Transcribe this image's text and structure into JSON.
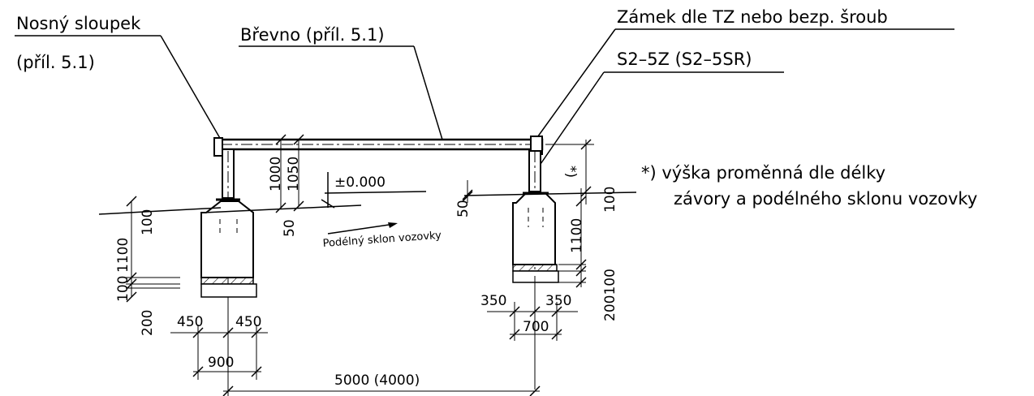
{
  "labels": {
    "post": "Nosný sloupek",
    "post_ref": "(příl. 5.1)",
    "beam": "Břevno (příl. 5.1)",
    "lock": "Zámek dle TZ nebo bezp. šroub",
    "sign": "S2–5Z (S2–5SR)",
    "note_line1": "*) výška proměnná dle délky",
    "note_line2": "závory a podélného sklonu vozovky",
    "level": "±0.000",
    "slope": "Podélný sklon vozovky",
    "asterisk": "*)"
  },
  "dims": {
    "h1000": "1000",
    "h1050": "1050",
    "h50_left": "50",
    "h50_mid": "50",
    "h100_left": "100",
    "h1100_left": "1100",
    "h100_left_low": "100",
    "h200_left": "200",
    "w450_a": "450",
    "w450_b": "450",
    "w900": "900",
    "span": "5000 (4000)",
    "w350_a": "350",
    "w350_b": "350",
    "w700": "700",
    "h100_right": "100",
    "h1100_right": "1100",
    "h200100_right": "200100"
  }
}
